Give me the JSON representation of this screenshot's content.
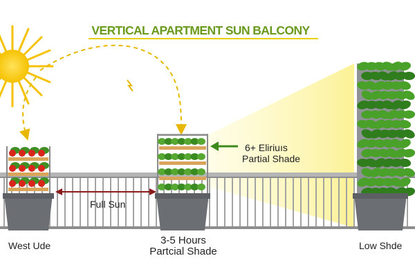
{
  "title": "VERTICAL APARTMENT SUN BALCONY",
  "labels": {
    "west": "West Ude",
    "full_sun": "Full Sun",
    "middle_line1": "3-5 Hours",
    "middle_line2": "Partcial Shade",
    "right_line1": "6+ Eliriuıs",
    "right_line2": "Partial Shade",
    "low": "Low Shde"
  },
  "colors": {
    "sun": "#f6c200",
    "sun_path": "#e8b800",
    "shade_zone": "#fbf4a8",
    "railing": "#9a9a9a",
    "pot": "#6b6f73",
    "pointer_arrow": "#3c8a1c",
    "full_sun_arrow": "#8c1c1c",
    "title_underline": "#e6d000"
  }
}
